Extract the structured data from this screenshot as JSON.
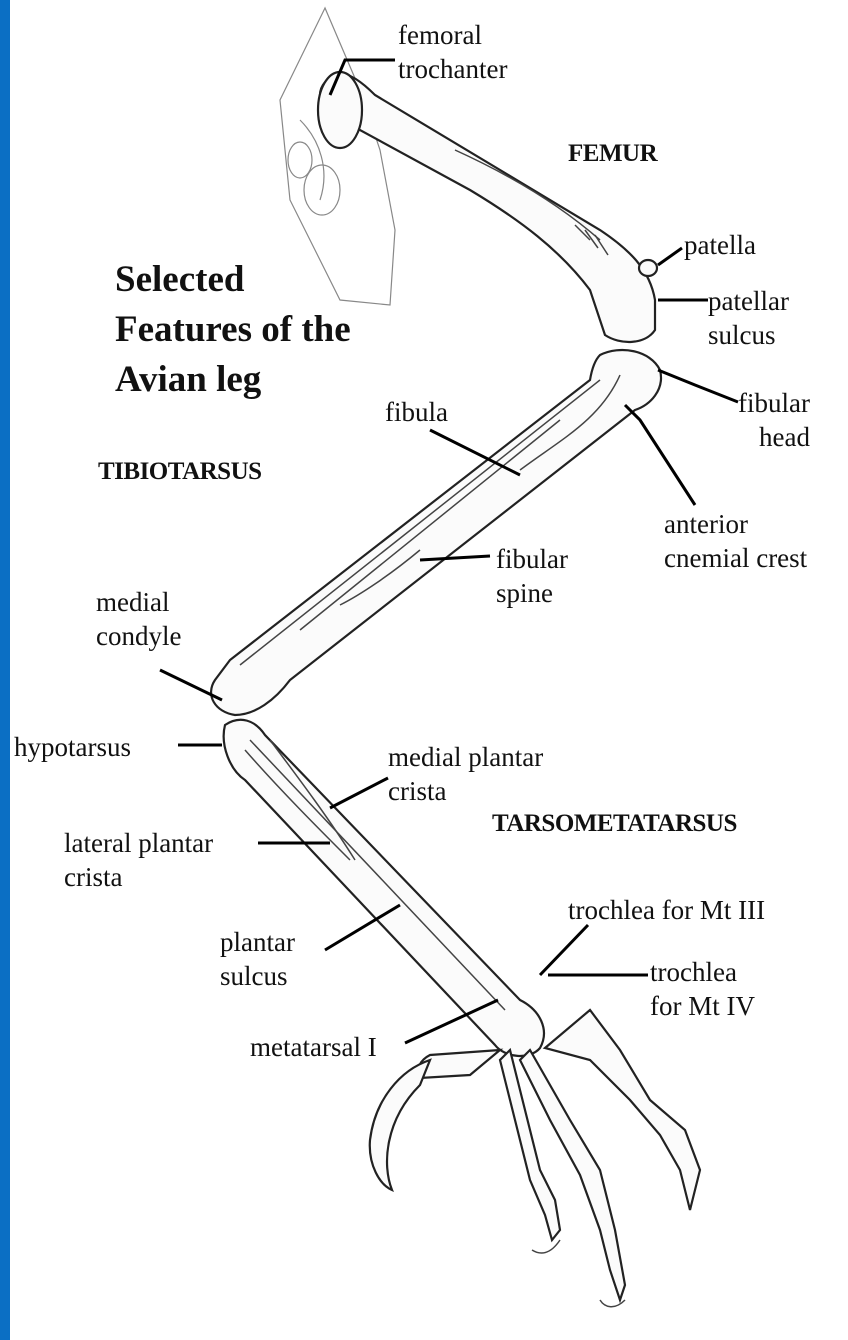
{
  "colors": {
    "sidebar": "#0b6fc4",
    "line": "#000000"
  },
  "title": {
    "line1": "Selected",
    "line2": "Features of the",
    "line3": "Avian leg"
  },
  "sections": {
    "femur": "FEMUR",
    "tibiotarsus": "TIBIOTARSUS",
    "tarsometatarsus": "TARSOMETATARSUS"
  },
  "labels": {
    "femoral_trochanter": "femoral\ntrochanter",
    "patella": "patella",
    "patellar_sulcus": "patellar\nsulcus",
    "fibula": "fibula",
    "fibular_head": "fibular\nhead",
    "anterior_cnemial_crest": "anterior\ncnemial crest",
    "fibular_spine": "fibular\nspine",
    "medial_condyle": "medial\ncondyle",
    "hypotarsus": "hypotarsus",
    "medial_plantar_crista": "medial plantar\ncrista",
    "lateral_plantar_crista": "lateral plantar\ncrista",
    "plantar_sulcus": "plantar\nsulcus",
    "trochlea_mt3": "trochlea for Mt III",
    "trochlea_mt4": "trochlea\nfor Mt IV",
    "metatarsal_1": "metatarsal I"
  }
}
